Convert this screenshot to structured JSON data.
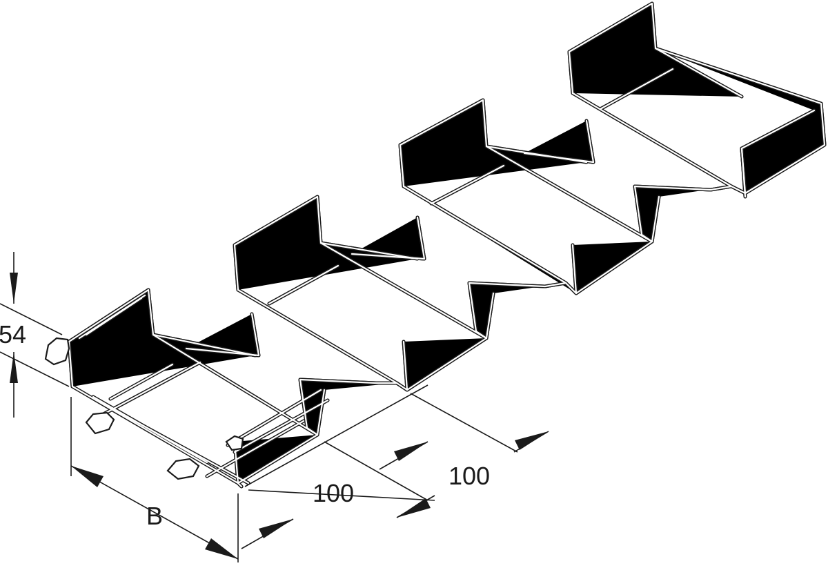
{
  "dimensions": {
    "height_label": "54",
    "width_label": "B",
    "spacing_label_1": "100",
    "spacing_label_2": "100"
  }
}
